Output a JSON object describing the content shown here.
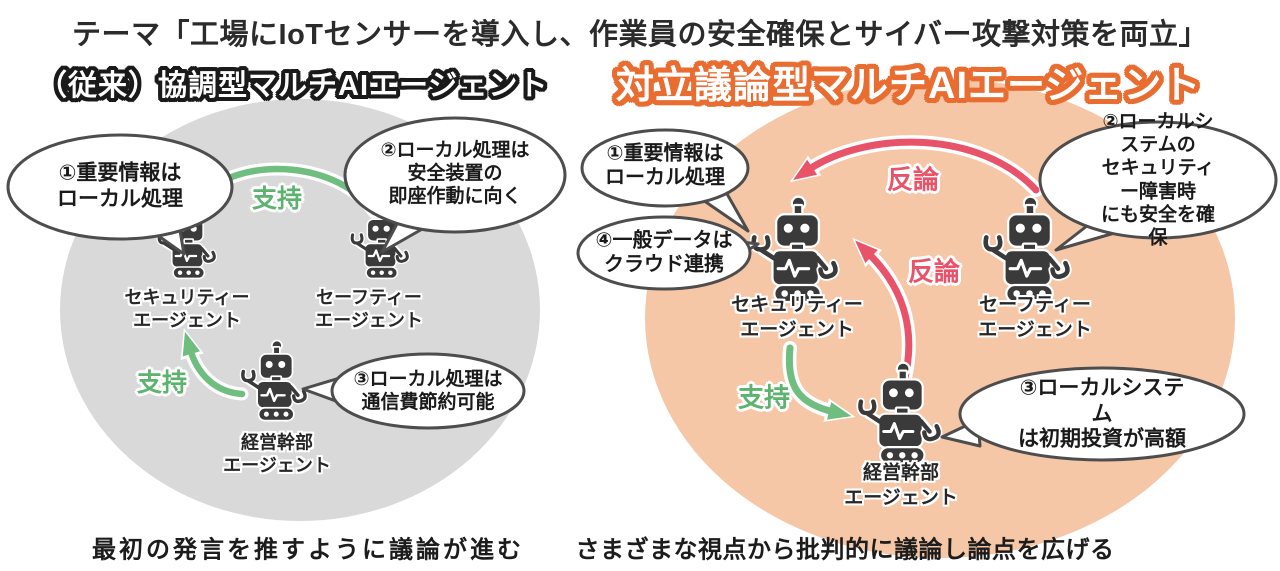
{
  "title": "テーマ「工場にIoTセンサーを導入し、作業員の安全確保とサイバー攻撃対策を両立」",
  "colors": {
    "left_circle": "#d9d9d9",
    "right_circle": "#f5c7a7",
    "support_green": "#6fbe80",
    "counter_red": "#e8536a",
    "heading_orange": "#e96c30",
    "robot": "#3a3a3a",
    "bubble_border": "#4d4d4d"
  },
  "left": {
    "heading": "（従来）協調型マルチAIエージェント",
    "caption": "最初の発言を推すように議論が進む",
    "bubbles": [
      {
        "text": "①重要情報は\nローカル処理"
      },
      {
        "text": "②ローカル処理は\n安全装置の\n即座作動に向く"
      },
      {
        "text": "③ローカル処理は\n通信費節約可能"
      }
    ],
    "agents": [
      {
        "label": "セキュリティー\nエージェント"
      },
      {
        "label": "セーフティー\nエージェント"
      },
      {
        "label": "経営幹部\nエージェント"
      }
    ],
    "arrow_labels": [
      {
        "text": "支持"
      },
      {
        "text": "支持"
      }
    ]
  },
  "right": {
    "heading": "対立議論型マルチAIエージェント",
    "caption": "さまざまな視点から批判的に議論し論点を広げる",
    "bubbles": [
      {
        "text": "①重要情報は\nローカル処理"
      },
      {
        "text": "④一般データは\nクラウド連携"
      },
      {
        "text": "②ローカルシステムの\nセキュリティー障害時\nにも安全を確保"
      },
      {
        "text": "③ローカルシステム\nは初期投資が高額"
      }
    ],
    "agents": [
      {
        "label": "セキュリティー\nエージェント"
      },
      {
        "label": "セーフティー\nエージェント"
      },
      {
        "label": "経営幹部\nエージェント"
      }
    ],
    "arrow_labels": [
      {
        "text": "反論"
      },
      {
        "text": "反論"
      },
      {
        "text": "支持"
      }
    ]
  }
}
